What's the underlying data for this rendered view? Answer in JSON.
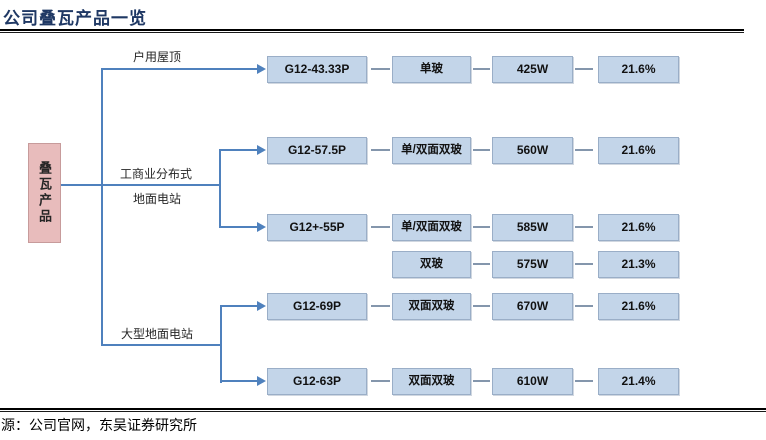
{
  "header": {
    "title": "公司叠瓦产品一览"
  },
  "footer": {
    "source": "源：公司官网，东吴证券研究所"
  },
  "root": {
    "label": "叠瓦产品"
  },
  "branch_labels": {
    "residential_rooftop": "户用屋顶",
    "commercial_distributed": "工商业分布式",
    "ground_station": "地面电站",
    "large_ground_station": "大型地面电站"
  },
  "rows": [
    {
      "product": "G12-43.33P",
      "glass_type": "单玻",
      "power": "425W",
      "efficiency": "21.6%"
    },
    {
      "product": "G12-57.5P",
      "glass_type": "单/双面双玻",
      "power": "560W",
      "efficiency": "21.6%"
    },
    {
      "product": "G12+-55P",
      "glass_type": "单/双面双玻",
      "power": "585W",
      "efficiency": "21.6%"
    },
    {
      "glass_type": "双玻",
      "power": "575W",
      "efficiency": "21.3%"
    },
    {
      "product": "G12-69P",
      "glass_type": "双面双玻",
      "power": "670W",
      "efficiency": "21.6%"
    },
    {
      "product": "G12-63P",
      "glass_type": "双面双玻",
      "power": "610W",
      "efficiency": "21.4%"
    }
  ],
  "colors": {
    "accent_line": "#4f81bd",
    "dash_color": "#8496ac",
    "box_fill": "#c3d5e9",
    "box_border": "#9aaec7",
    "root_fill": "#e8bcbc",
    "root_border": "#c79b9b",
    "title_color": "#1f3864"
  }
}
